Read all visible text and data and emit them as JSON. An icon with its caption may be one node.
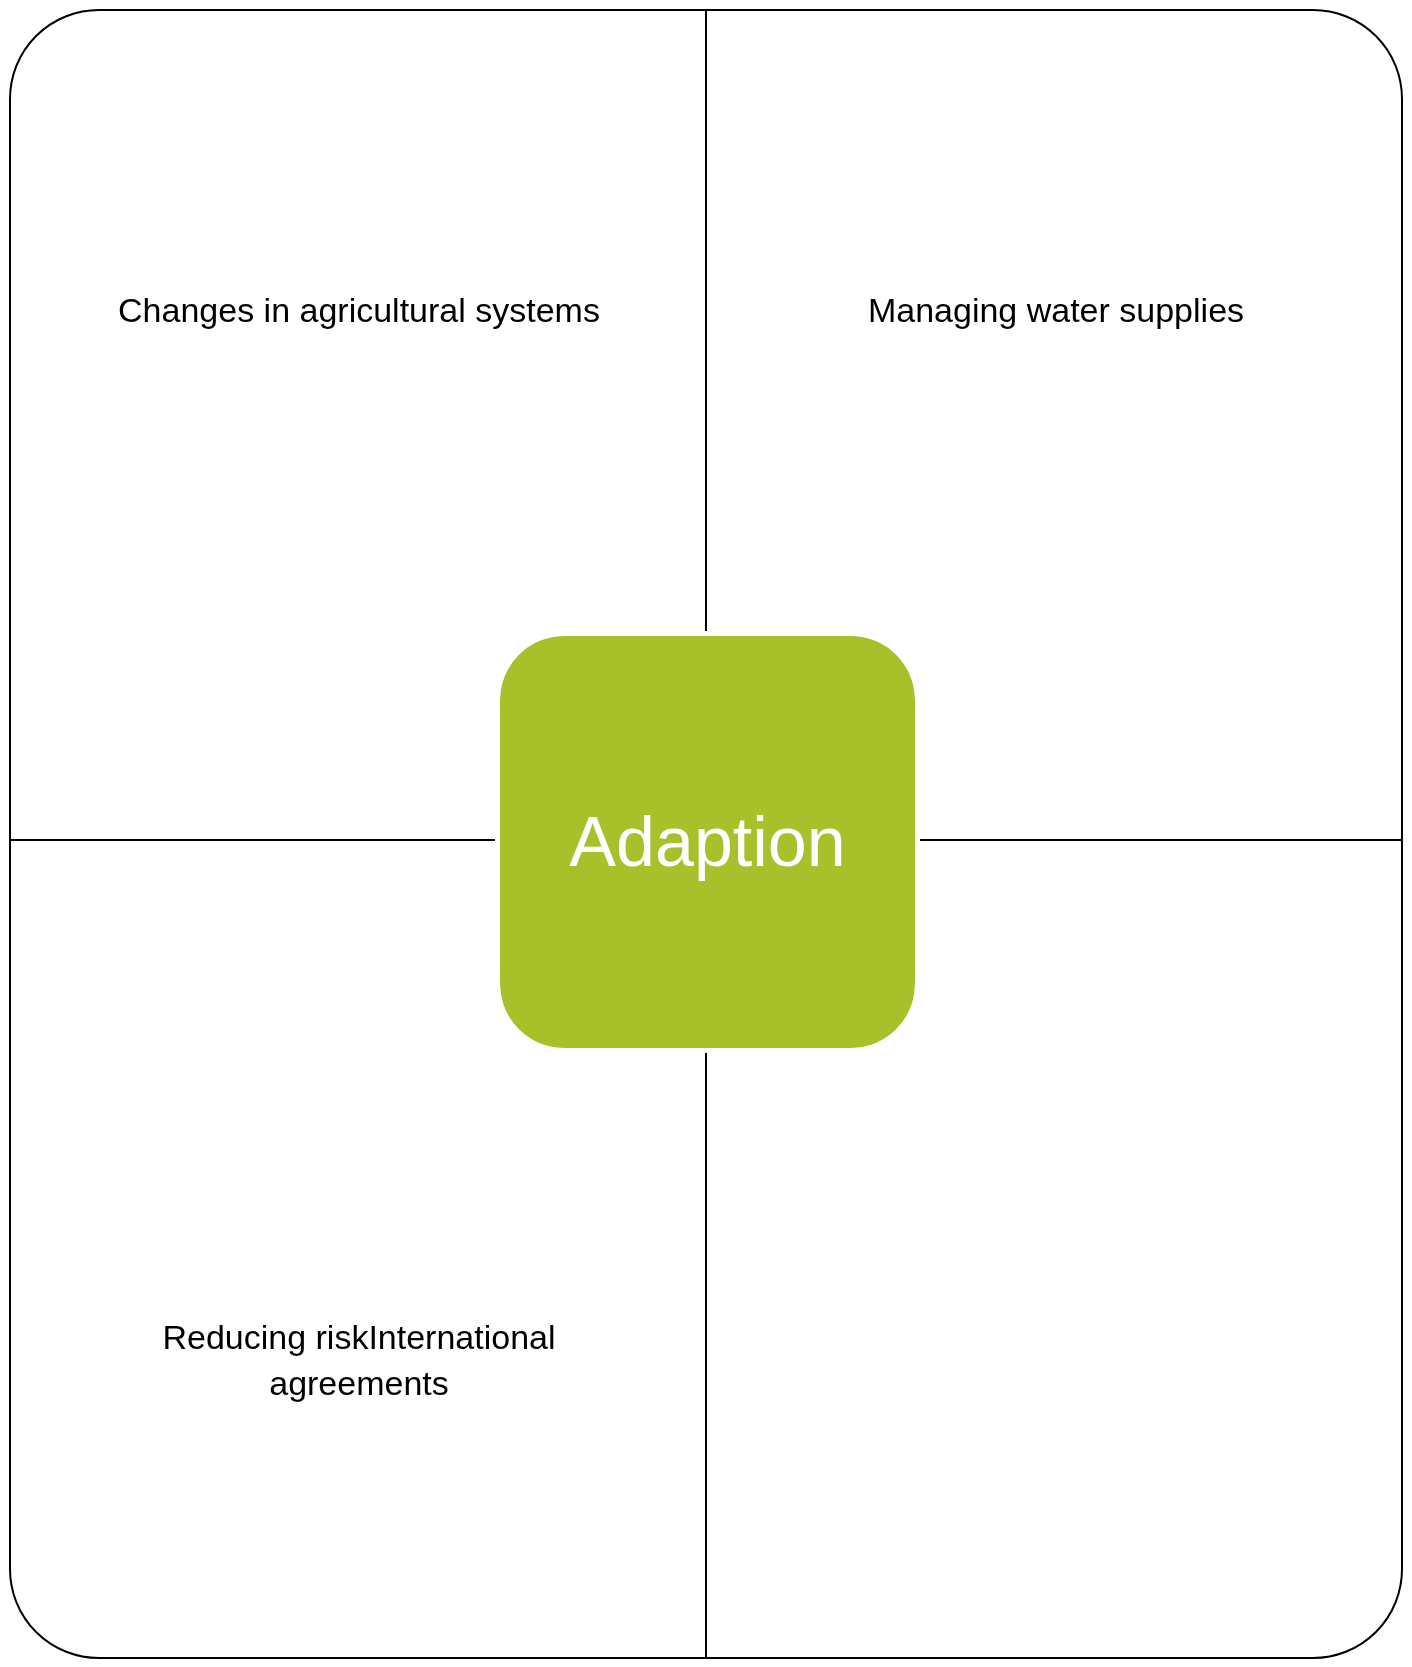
{
  "diagram": {
    "nodes": [
      {
        "text": [],
        "shape": "box"
      },
      {
        "text": [
          "Changes in agricultural systems"
        ],
        "in": 0
      },
      {
        "text": [
          "Managing water supplies"
        ],
        "in": 0
      },
      {
        "text": [
          "Reducing riskInternational agreements"
        ],
        "in": 0
      },
      {
        "text": [],
        "shape": "box",
        "in": 0
      },
      {
        "text": [
          "Adaption"
        ],
        "in": 0
      }
    ]
  }
}
